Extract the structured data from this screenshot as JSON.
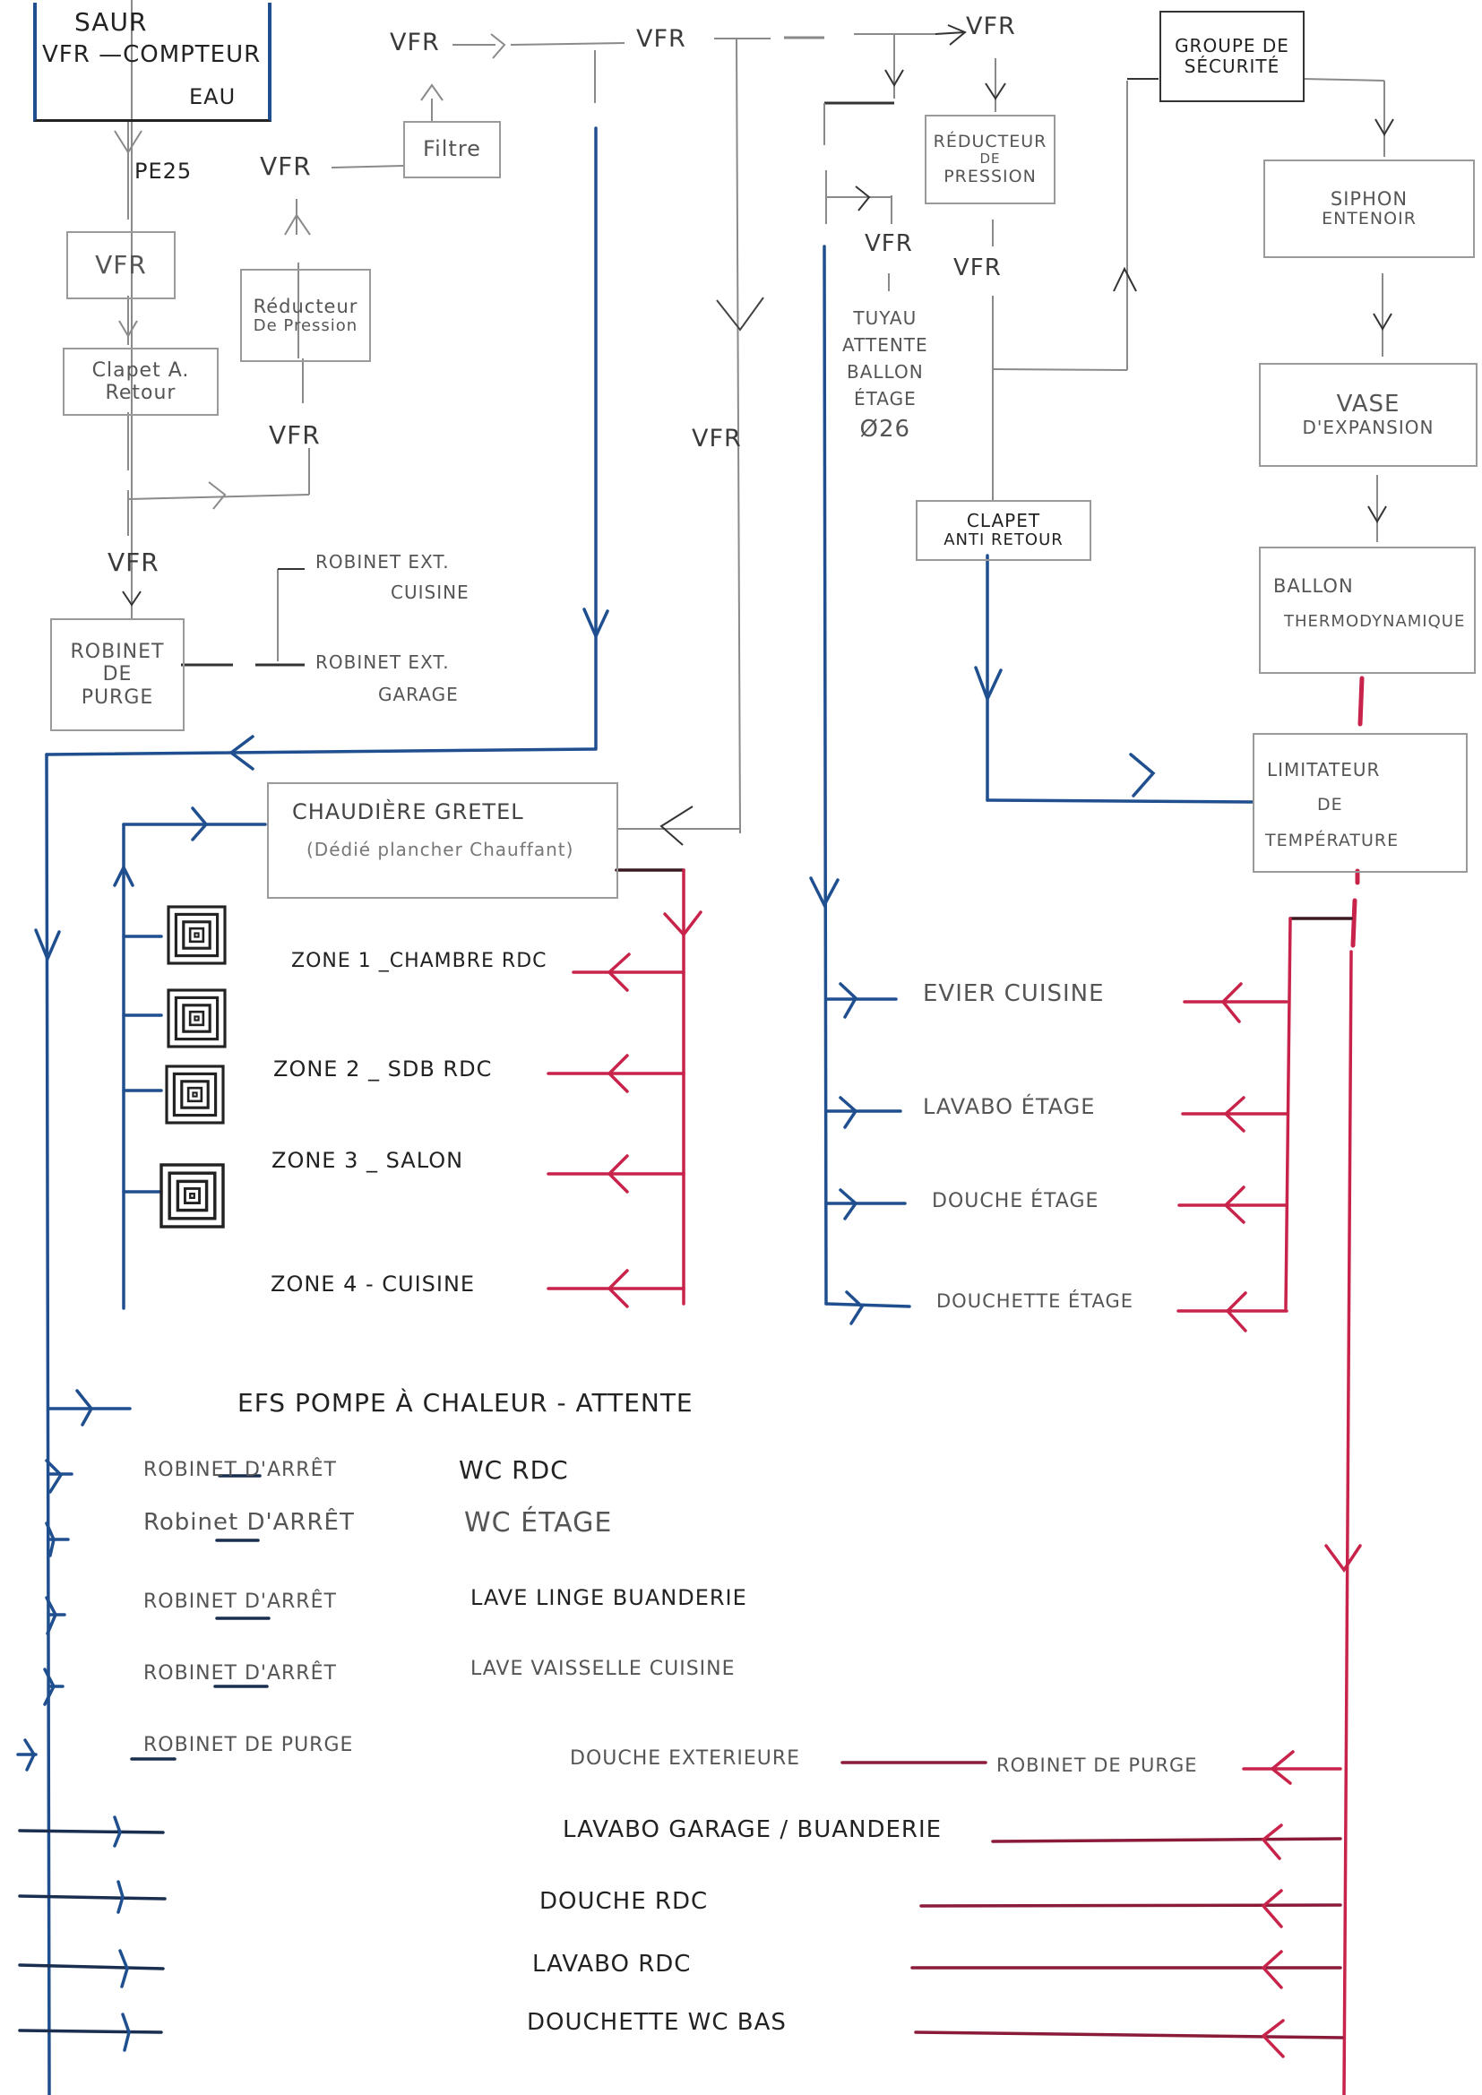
{
  "title": "Schéma plomberie",
  "colors": {
    "cold_water": "#1f4f8f",
    "hot_water": "#c8234a",
    "pencil": "#8a8a8a",
    "ink": "#222222"
  },
  "top": {
    "saur_box": {
      "line1": "SAUR",
      "line2": "VFR —COMPTEUR",
      "line3": "EAU"
    },
    "pe25": "PE25",
    "vfr_1": "VFR",
    "clapet_a_retour": {
      "line1": "Clapet A.",
      "line2": "Retour"
    },
    "vfr_left_branch": "VFR",
    "reducteur_left": {
      "line1": "Réducteur",
      "line2": "De Pression"
    },
    "vfr_above_reducteur": "VFR",
    "filtre": "Filtre",
    "vfr_top_filtre": "VFR",
    "vfr_top_center": "VFR",
    "vfr_top_right": "VFR",
    "vfr_below_robinet": "VFR",
    "robinet_de_purge_box": {
      "line1": "ROBINET",
      "line2": "DE",
      "line3": "PURGE"
    },
    "robinet_ext_cuisine": {
      "line1": "ROBINET EXT.",
      "line2": "CUISINE"
    },
    "robinet_ext_garage": {
      "line1": "ROBINET EXT.",
      "line2": "GARAGE"
    },
    "vfr_center_column": "VFR",
    "reducteur_right": {
      "line1": "RÉDUCTEUR",
      "line2": "DE",
      "line3": "PRESSION"
    },
    "vfr_under_reducteur_right": "VFR",
    "vfr_tuyau": "VFR",
    "tuyau_attente": {
      "line1": "TUYAU",
      "line2": "ATTENTE",
      "line3": "BALLON",
      "line4": "ÉTAGE",
      "line5": "Ø26"
    },
    "clapet_anti_retour": {
      "line1": "CLAPET",
      "line2": "ANTI RETOUR"
    },
    "groupe_securite": {
      "line1": "GROUPE DE",
      "line2": "SÉCURITÉ"
    },
    "siphon_entonnoir": {
      "line1": "SIPHON",
      "line2": "ENTENOIR"
    },
    "vase_expansion": {
      "line1": "VASE",
      "line2": "D'EXPANSION"
    },
    "ballon_thermo": {
      "line1": "BALLON",
      "line2": "THERMODYNAMIQUE"
    },
    "limiteur": {
      "line1": "LIMITATEUR",
      "line2": "DE",
      "line3": "TEMPÉRATURE"
    }
  },
  "heating": {
    "chaudiere": {
      "line1": "CHAUDIÈRE GRETEL",
      "line2": "(Dédié plancher Chauffant)"
    },
    "zones": [
      {
        "label": "ZONE 1 _CHAMBRE RDC"
      },
      {
        "label": "ZONE 2 _ SDB RDC"
      },
      {
        "label": "ZONE 3 _ SALON"
      },
      {
        "label": "ZONE 4 - CUISINE"
      }
    ]
  },
  "upstairs_fixtures": [
    {
      "label": "EVIER   CUISINE"
    },
    {
      "label": "LAVABO ÉTAGE"
    },
    {
      "label": "DOUCHE  ÉTAGE"
    },
    {
      "label": "DOUCHETTE  ÉTAGE"
    }
  ],
  "ground_outlets": [
    {
      "left": "EFS  POMPE À CHALEUR - ATTENTE",
      "right": ""
    },
    {
      "left": "ROBINET  D'ARRÊT",
      "right": "WC RDC"
    },
    {
      "left": "Robinet D'ARRÊT",
      "right": "WC ÉTAGE"
    },
    {
      "left": "ROBINET  D'ARRÊT",
      "right": "LAVE LINGE BUANDERIE"
    },
    {
      "left": "ROBINET  D'ARRÊT",
      "right": "LAVE VAISSELLE CUISINE"
    }
  ],
  "purge_row": {
    "left": "ROBINET DE PURGE",
    "middle": "DOUCHE  EXTERIEURE",
    "right": "ROBINET DE PURGE"
  },
  "mixed_outlets": [
    {
      "label": "LAVABO  GARAGE / BUANDERIE"
    },
    {
      "label": "DOUCHE  RDC"
    },
    {
      "label": "LAVABO  RDC"
    },
    {
      "label": "DOUCHETTE  WC BAS"
    }
  ]
}
